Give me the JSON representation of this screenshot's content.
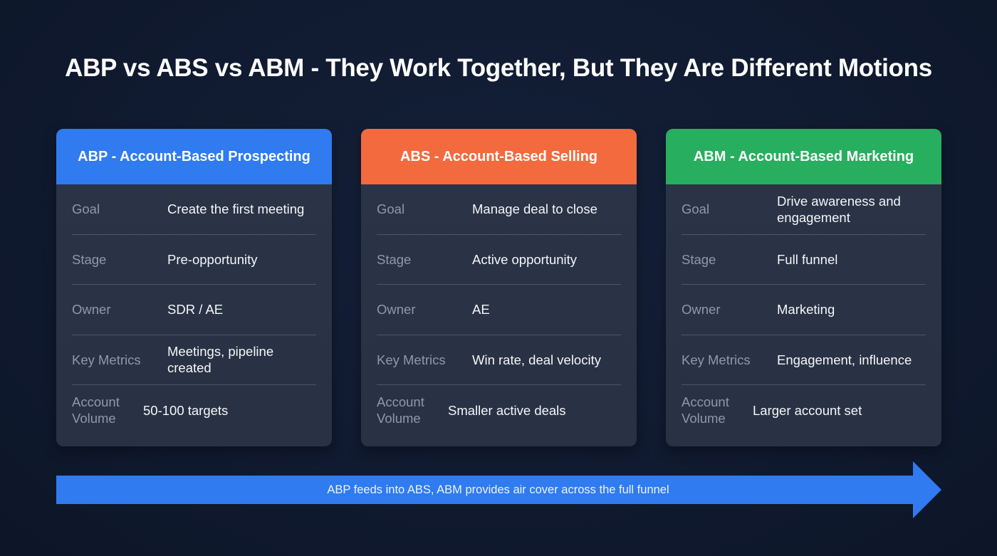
{
  "title": "ABP vs ABS vs ABM - They Work Together, But They Are Different Motions",
  "cards": [
    {
      "header": "ABP - Account-Based Prospecting",
      "color": "#2f7bef",
      "rows": [
        {
          "label": "Goal",
          "value": "Create the first meeting"
        },
        {
          "label": "Stage",
          "value": "Pre-opportunity"
        },
        {
          "label": "Owner",
          "value": "SDR / AE"
        },
        {
          "label": "Key Metrics",
          "value": "Meetings, pipeline created"
        },
        {
          "label": "Account Volume",
          "value": "50-100 targets"
        }
      ]
    },
    {
      "header": "ABS - Account-Based Selling",
      "color": "#f26a3d",
      "rows": [
        {
          "label": "Goal",
          "value": "Manage deal to close"
        },
        {
          "label": "Stage",
          "value": "Active opportunity"
        },
        {
          "label": "Owner",
          "value": "AE"
        },
        {
          "label": "Key Metrics",
          "value": "Win rate, deal velocity"
        },
        {
          "label": "Account Volume",
          "value": "Smaller active deals"
        }
      ]
    },
    {
      "header": "ABM - Account-Based Marketing",
      "color": "#27ae5f",
      "rows": [
        {
          "label": "Goal",
          "value": "Drive awareness and engagement"
        },
        {
          "label": "Stage",
          "value": "Full funnel"
        },
        {
          "label": "Owner",
          "value": "Marketing"
        },
        {
          "label": "Key Metrics",
          "value": "Engagement, influence"
        },
        {
          "label": "Account Volume",
          "value": "Larger account set"
        }
      ]
    }
  ],
  "arrow": {
    "text": "ABP feeds into ABS, ABM provides air cover across the full funnel",
    "color": "#2f7bef"
  }
}
